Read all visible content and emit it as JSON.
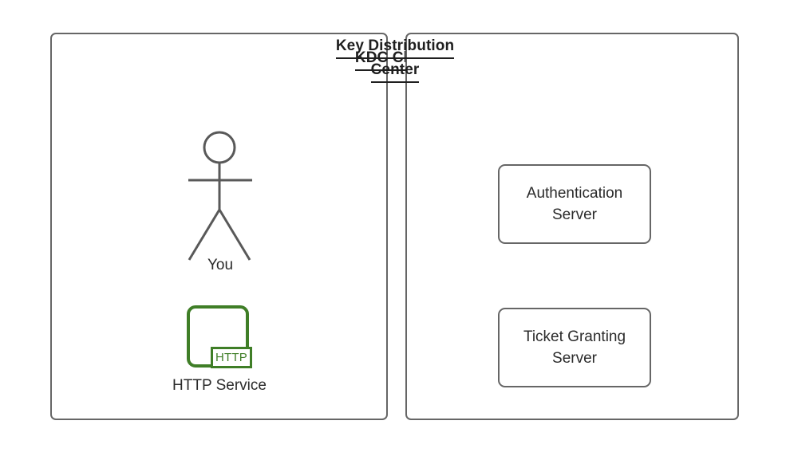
{
  "diagram": {
    "background_color": "#ffffff",
    "panel_border_color": "#666666",
    "accent_green": "#3f7e27",
    "text_color": "#2b2b2b",
    "panels": [
      {
        "id": "kdc-client",
        "title": "KDC Client",
        "title_lines": [
          "KDC Client"
        ],
        "nodes": [
          {
            "id": "you",
            "type": "actor",
            "icon": "stick-figure-icon",
            "label": "You"
          },
          {
            "id": "http-service",
            "type": "service",
            "icon": "http-service-icon",
            "badge": "HTTP",
            "label": "HTTP Service",
            "color": "#3f7e27"
          }
        ]
      },
      {
        "id": "key-distribution-center",
        "title": "Key Distribution Center",
        "title_lines": [
          "Key Distribution",
          "Center"
        ],
        "nodes": [
          {
            "id": "authentication-server",
            "type": "box",
            "label_lines": [
              "Authentication",
              "Server"
            ]
          },
          {
            "id": "ticket-granting-server",
            "type": "box",
            "label_lines": [
              "Ticket Granting",
              "Server"
            ]
          }
        ]
      }
    ]
  }
}
